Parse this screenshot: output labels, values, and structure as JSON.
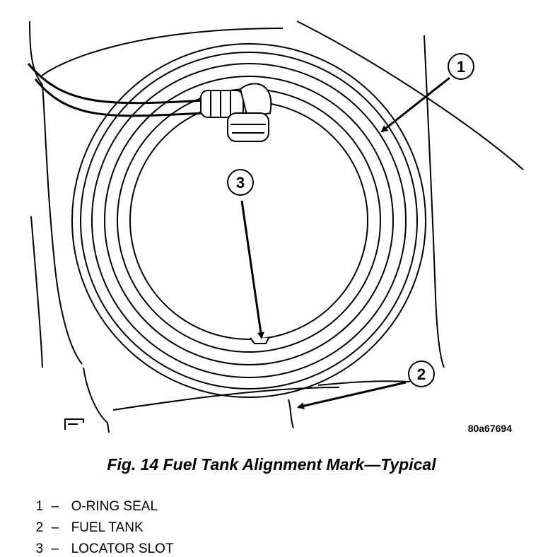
{
  "figure": {
    "callouts": [
      {
        "number": "1"
      },
      {
        "number": "2"
      },
      {
        "number": "3"
      }
    ],
    "figure_code": "80a67694"
  },
  "caption": "Fig. 14 Fuel Tank Alignment Mark—Typical",
  "legend": [
    {
      "number": "1",
      "dash": "–",
      "label": "O-RING SEAL"
    },
    {
      "number": "2",
      "dash": "–",
      "label": "FUEL TANK"
    },
    {
      "number": "3",
      "dash": "–",
      "label": "LOCATOR SLOT"
    }
  ]
}
